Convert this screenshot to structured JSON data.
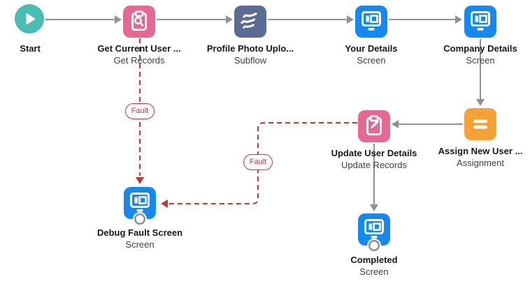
{
  "canvas": {
    "background": "#ffffff"
  },
  "colors": {
    "start_teal": "#4ABCB2",
    "screen_blue": "#1589EE",
    "subflow_slate": "#5B6B94",
    "assignment_orange": "#F6A038",
    "data_pink": "#E56993",
    "connector_gray": "#919191",
    "fault_red": "#C23934",
    "title_text": "#181818",
    "type_text": "#3E3E3C"
  },
  "nodes": {
    "start": {
      "title": "Start",
      "type": ""
    },
    "get_current_user": {
      "title": "Get Current User ...",
      "type": "Get Records"
    },
    "profile_photo_upload": {
      "title": "Profile Photo Uplo...",
      "type": "Subflow"
    },
    "your_details": {
      "title": "Your Details",
      "type": "Screen"
    },
    "company_details": {
      "title": "Company Details",
      "type": "Screen"
    },
    "assign_new_user": {
      "title": "Assign New User ...",
      "type": "Assignment"
    },
    "update_user_details": {
      "title": "Update User Details",
      "type": "Update Records"
    },
    "completed": {
      "title": "Completed",
      "type": "Screen"
    },
    "debug_fault_screen": {
      "title": "Debug Fault Screen",
      "type": "Screen"
    }
  },
  "connectors": {
    "fault_1_label": "Fault",
    "fault_2_label": "Fault"
  }
}
